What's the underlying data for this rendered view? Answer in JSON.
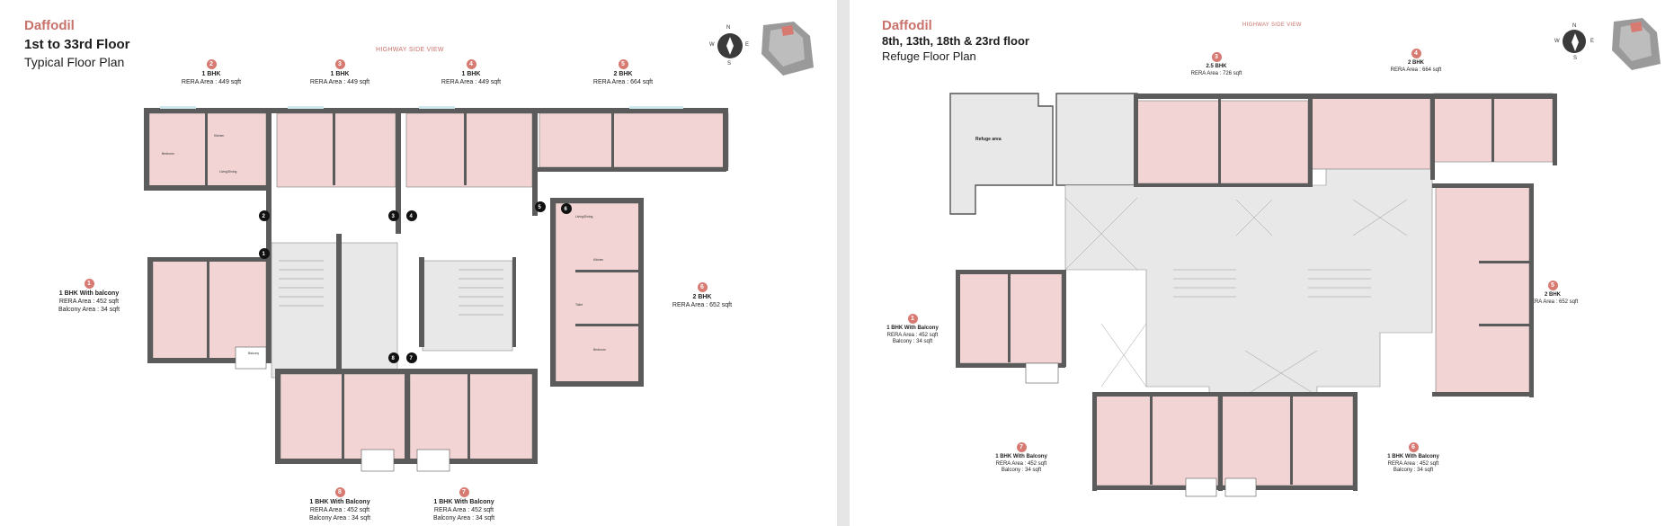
{
  "left": {
    "brand": "Daffodil",
    "floor_title": "1st to 33rd Floor",
    "plan_subtitle": "Typical Floor Plan",
    "highway": "HIGHWAY SIDE VIEW",
    "compass": {
      "n": "N",
      "s": "S",
      "e": "E",
      "w": "W"
    },
    "units": [
      {
        "num": "2",
        "type": "1 BHK",
        "area": "RERA Area : 449 sqft"
      },
      {
        "num": "3",
        "type": "1 BHK",
        "area": "RERA Area : 449 sqft"
      },
      {
        "num": "4",
        "type": "1 BHK",
        "area": "RERA Area : 449 sqft"
      },
      {
        "num": "5",
        "type": "2 BHK",
        "area": "RERA Area : 664 sqft"
      },
      {
        "num": "1",
        "type": "1 BHK With balcony",
        "area": "RERA Area : 452 sqft",
        "balcony": "Balcony Area : 34 sqft"
      },
      {
        "num": "6",
        "type": "2 BHK",
        "area": "RERA Area : 652 sqft"
      },
      {
        "num": "8",
        "type": "1 BHK With Balcony",
        "area": "RERA Area : 452 sqft",
        "balcony": "Balcony Area : 34 sqft"
      },
      {
        "num": "7",
        "type": "1 BHK With Balcony",
        "area": "RERA Area : 452 sqft",
        "balcony": "Balcony Area : 34 sqft"
      }
    ],
    "room_labels": [
      "Bedroom",
      "Kitchen",
      "Living/Dining",
      "Balcony",
      "Toilet",
      "Bedroom",
      "Kitchen",
      "Living/Dining"
    ]
  },
  "right": {
    "brand": "Daffodil",
    "floor_title": "8th, 13th, 18th & 23rd floor",
    "plan_subtitle": "Refuge Floor Plan",
    "highway": "HIGHWAY SIDE VIEW",
    "compass": {
      "n": "N",
      "s": "S",
      "e": "E",
      "w": "W"
    },
    "refuge_label": "Refuge area",
    "units": [
      {
        "num": "3",
        "type": "2.5 BHK",
        "area": "RERA Area : 726 sqft"
      },
      {
        "num": "4",
        "type": "2 BHK",
        "area": "RERA Area : 664 sqft"
      },
      {
        "num": "1",
        "type": "1 BHK With Balcony",
        "area": "RERA Area : 452 sqft",
        "balcony": "Balcony : 34 sqft"
      },
      {
        "num": "5",
        "type": "2 BHK",
        "area": "RERA Area : 652 sqft"
      },
      {
        "num": "7",
        "type": "1 BHK With Balcony",
        "area": "RERA Area : 452 sqft",
        "balcony": "Balcony : 34 sqft"
      },
      {
        "num": "6",
        "type": "1 BHK With Balcony",
        "area": "RERA Area : 452 sqft",
        "balcony": "Balcony : 34 sqft"
      }
    ]
  },
  "colors": {
    "accent": "#c9716b",
    "room_fill": "#f2d4d4",
    "wall": "#5b5b5b",
    "core": "#e8e8e8"
  }
}
